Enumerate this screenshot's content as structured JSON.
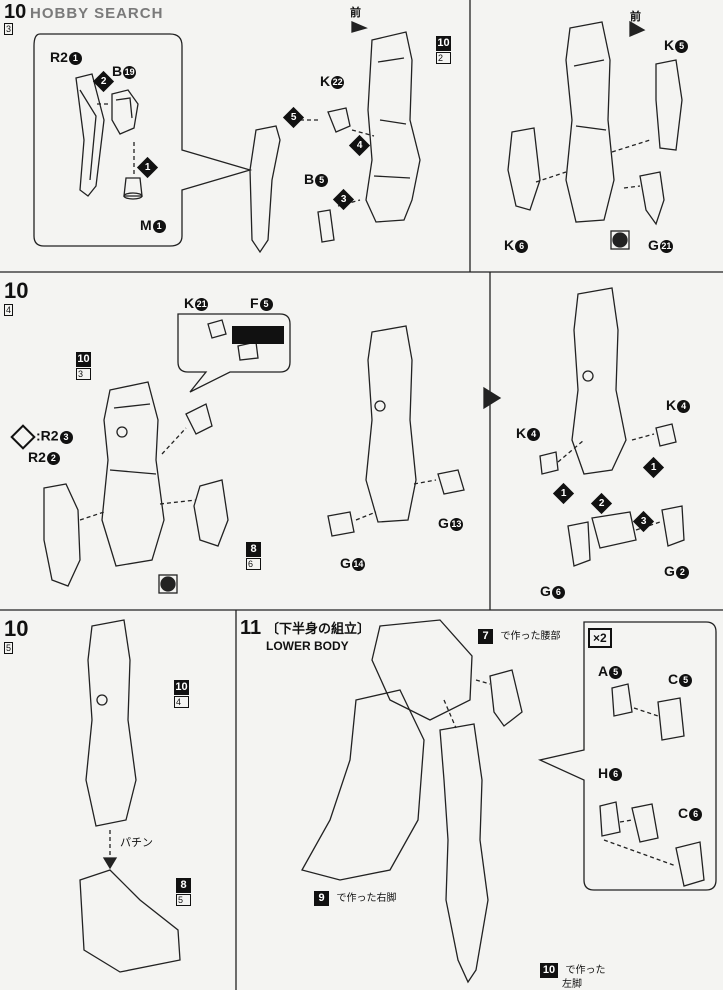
{
  "watermark": "HOBBY SEARCH",
  "front_label": "前",
  "sections": {
    "s10_3": {
      "number": "10",
      "sub": "3",
      "ref_box": "10",
      "ref_sub": "2",
      "parts": {
        "r2": "R2",
        "r2_n": "1",
        "b": "B",
        "b_n": "19",
        "m": "M",
        "m_n": "1",
        "k22": "K",
        "k22_n": "22",
        "b5": "B",
        "b5_n": "5",
        "k5": "K",
        "k5_n": "5",
        "k6": "K",
        "k6_n": "6",
        "g21": "G",
        "g21_n": "21"
      }
    },
    "s10_4": {
      "number": "10",
      "sub": "4",
      "ref_box": "10",
      "ref_sub": "3",
      "parts": {
        "k21": "K",
        "k21_n": "21",
        "f5": "F",
        "f5_n": "5",
        "r2_3": ":R2",
        "r2_3_n": "3",
        "r2_2": "R2",
        "r2_2_n": "2",
        "g13": "G",
        "g13_n": "13",
        "g14": "G",
        "g14_n": "14",
        "k4a": "K",
        "k4a_n": "4",
        "k4b": "K",
        "k4b_n": "4",
        "g6": "G",
        "g6_n": "6",
        "g2": "G",
        "g2_n": "2"
      },
      "box8": "8",
      "box8_sub": "6"
    },
    "s10_5": {
      "number": "10",
      "sub": "5",
      "ref_box": "10",
      "ref_sub": "4",
      "sound": "パチン",
      "box8": "8",
      "box8_sub": "5"
    },
    "s11": {
      "number": "11",
      "title_jp": "〔下半身の組立〕",
      "title_en": "LOWER BODY",
      "waist_box": "7",
      "waist_text": "で作った腰部",
      "right_leg_box": "9",
      "right_leg_text": "で作った右脚",
      "left_leg_box": "10",
      "left_leg_text": "で作った",
      "left_leg_text2": "左脚",
      "times": "×2",
      "parts": {
        "a5": "A",
        "a5_n": "5",
        "c5": "C",
        "c5_n": "5",
        "h6": "H",
        "h6_n": "6",
        "c6": "C",
        "c6_n": "6"
      }
    }
  }
}
